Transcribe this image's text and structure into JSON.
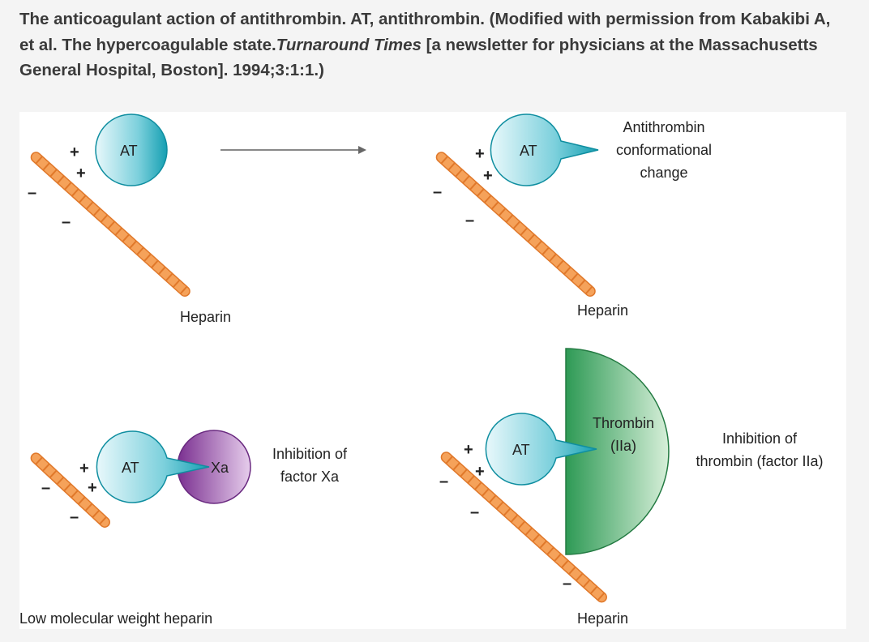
{
  "caption": {
    "part1": "The anticoagulant action of antithrombin. AT, antithrombin. (Modified with permission from Kabakibi A, et al. The hypercoagulable state.",
    "journal": "Turnaround Times",
    "part2": " [a newsletter for physicians at the Massachusetts General Hospital, Boston]. 1994;3:1:1.)"
  },
  "panels": {
    "top_left": {
      "at_label": "AT",
      "heparin_label": "Heparin"
    },
    "top_right": {
      "at_label": "AT",
      "change_line1": "Antithrombin",
      "change_line2": "conformational",
      "change_line3": "change",
      "heparin_label": "Heparin"
    },
    "bottom_left": {
      "at_label": "AT",
      "xa_label": "Xa",
      "inhibition_line1": "Inhibition of",
      "inhibition_line2": "factor Xa",
      "heparin_label": "Low molecular weight heparin"
    },
    "bottom_right": {
      "at_label": "AT",
      "thrombin_line1": "Thrombin",
      "thrombin_line2": "(IIa)",
      "inhibition_line1": "Inhibition of",
      "inhibition_line2": "thrombin (factor IIa)",
      "heparin_label": "Heparin"
    }
  },
  "charges": {
    "plus": "+",
    "minus": "–"
  },
  "colors": {
    "heparin_fill": "#f5a25a",
    "heparin_stroke": "#e0782a",
    "at_dark": "#1aa3b5",
    "at_light": "#e6f7fa",
    "xa": "#8a3f9e",
    "thrombin": "#2e9a55",
    "arrow": "#888888"
  }
}
